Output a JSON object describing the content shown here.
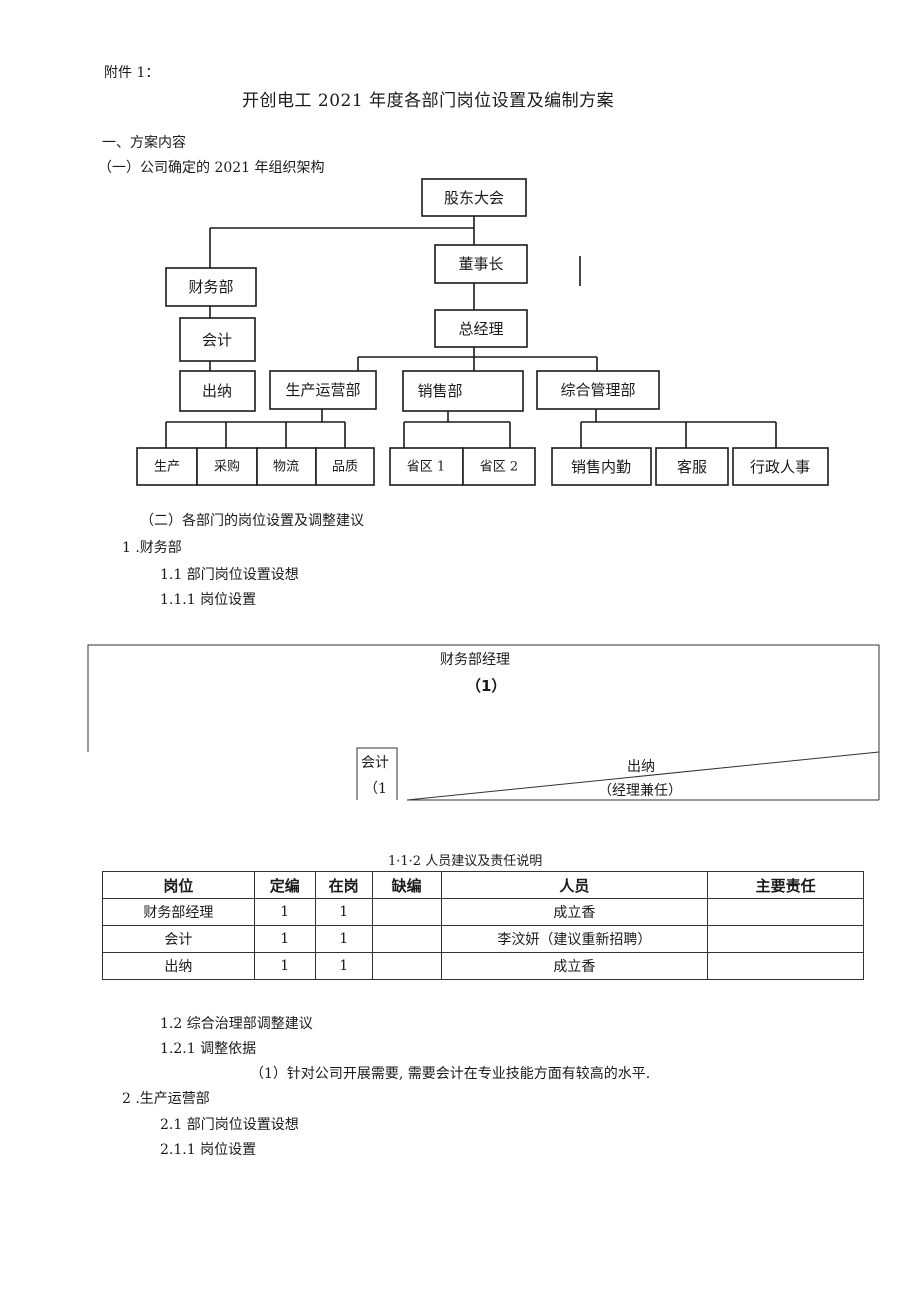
{
  "header": {
    "attachment": "附件 1：",
    "title": "开创电工 2021 年度各部门岗位设置及编制方案"
  },
  "section1": {
    "heading": "一、方案内容",
    "sub1": "（一）公司确定的 2021 年组织架构"
  },
  "org_chart": {
    "shareholders": "股东大会",
    "chairman": "董事长",
    "general_manager": "总经理",
    "finance": "财务部",
    "accountant": "会计",
    "cashier": "出纳",
    "production_ops": "生产运营部",
    "sales": "销售部",
    "admin_mgmt": "综合管理部",
    "production": "生产",
    "purchasing": "采购",
    "logistics": "物流",
    "quality": "品质",
    "province1": "省区 1",
    "province2": "省区 2",
    "sales_support": "销售内勤",
    "customer_service": "客服",
    "admin_hr": "行政人事"
  },
  "section2": {
    "sub2": "（二）各部门的岗位设置及调整建议",
    "item1": "1  .财务部",
    "item1_1": "1.1   部门岗位设置设想",
    "item1_1_1": "1.1.1   岗位设置"
  },
  "finance_chart": {
    "manager": "财务部经理",
    "manager_count": "（1）",
    "accountant": "会计",
    "accountant_count": "（1",
    "cashier": "出纳",
    "cashier_note": "（经理兼任）"
  },
  "staff_table": {
    "caption": "1·1·2 人员建议及责任说明",
    "headers": [
      "岗位",
      "定编",
      "在岗",
      "缺编",
      "人员",
      "主要责任"
    ],
    "rows": [
      [
        "财务部经理",
        "1",
        "1",
        "",
        "成立香",
        ""
      ],
      [
        "会计",
        "1",
        "1",
        "",
        "李汶妍（建议重新招聘）",
        ""
      ],
      [
        "出纳",
        "1",
        "1",
        "",
        "成立香",
        ""
      ]
    ]
  },
  "section3": {
    "item1_2": "1.2   综合治理部调整建议",
    "item1_2_1": "1.2.1   调整依据",
    "reason1": "（1）针对公司开展需要, 需要会计在专业技能方面有较高的水平.",
    "item2": "2  .生产运营部",
    "item2_1": "2.1   部门岗位设置设想",
    "item2_1_1": "2.1.1   岗位设置"
  }
}
